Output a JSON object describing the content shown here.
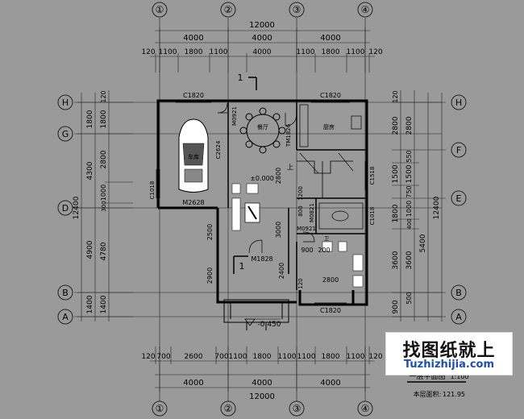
{
  "axes_top": [
    "①",
    "②",
    "③",
    "④"
  ],
  "axes_bottom": [
    "①",
    "②",
    "③",
    "④"
  ],
  "axes_left": [
    "H",
    "G",
    "D",
    "B",
    "A"
  ],
  "axes_right": [
    "H",
    "F",
    "E",
    "B",
    "A"
  ],
  "top_dims": {
    "total": "12000",
    "bays": [
      "4000",
      "4000",
      "4000"
    ],
    "detail": [
      "120",
      "1100",
      "1800",
      "1100",
      "4000",
      "1100",
      "1800",
      "1100",
      "120"
    ]
  },
  "bottom_dims": {
    "detail": [
      "120",
      "700",
      "2600",
      "700",
      "1100",
      "1800",
      "1100",
      "1100",
      "1800",
      "1100",
      "120"
    ],
    "bays": [
      "4000",
      "4000",
      "4000"
    ],
    "total": "12000"
  },
  "left_dims": {
    "outer": [
      "1800",
      "4300",
      "4900",
      "1400"
    ],
    "inner": [
      "120",
      "1800",
      "2800",
      "1000",
      "300",
      "4780",
      "1400"
    ],
    "total": "12400"
  },
  "right_dims": {
    "outer": [
      "120",
      "2800",
      "1500",
      "1800",
      "3600",
      "900"
    ],
    "inner": [
      "2800",
      "550",
      "1500",
      "750",
      "1000",
      "400",
      "3600",
      "500"
    ],
    "total": "12400",
    "col3": "5400"
  },
  "labels": {
    "c1820_top_left": "C1820",
    "c1820_top_right": "C1820",
    "c1820_bottom": "C1820",
    "m0921_top": "M0921",
    "m0921_mid": "M0921",
    "m0821": "M0821",
    "m2628": "M2628",
    "m1828": "M1828",
    "c2624": "C2624",
    "c1018_left": "C1018",
    "c1018_right": "C1018",
    "c1518": "C1518",
    "tm1826": "TM1826",
    "car_label": "车库",
    "dining": "餐厅",
    "kitchen": "厨房",
    "bath": "卫",
    "floor_level": "±0.000",
    "ext_level": "-0.450",
    "section_mark_1": "1",
    "section_mark_2": "1",
    "up": "上",
    "dim_2500": "2500",
    "dim_2900": "2900",
    "dim_2800": "2800",
    "dim_3000": "3000",
    "dim_2400": "2400",
    "dim_1200": "1200",
    "dim_900": "900",
    "dim_200": "200",
    "dim_2800b": "2800",
    "dim_800": "800",
    "dim_120": "120"
  },
  "title_block": {
    "plan_title": "一层平面图",
    "scale": "1:100",
    "area_label": "本层面积:",
    "area_value": "121.95"
  },
  "watermark": {
    "title": "找图纸就上",
    "url": "Tuzhizhijia.com"
  }
}
